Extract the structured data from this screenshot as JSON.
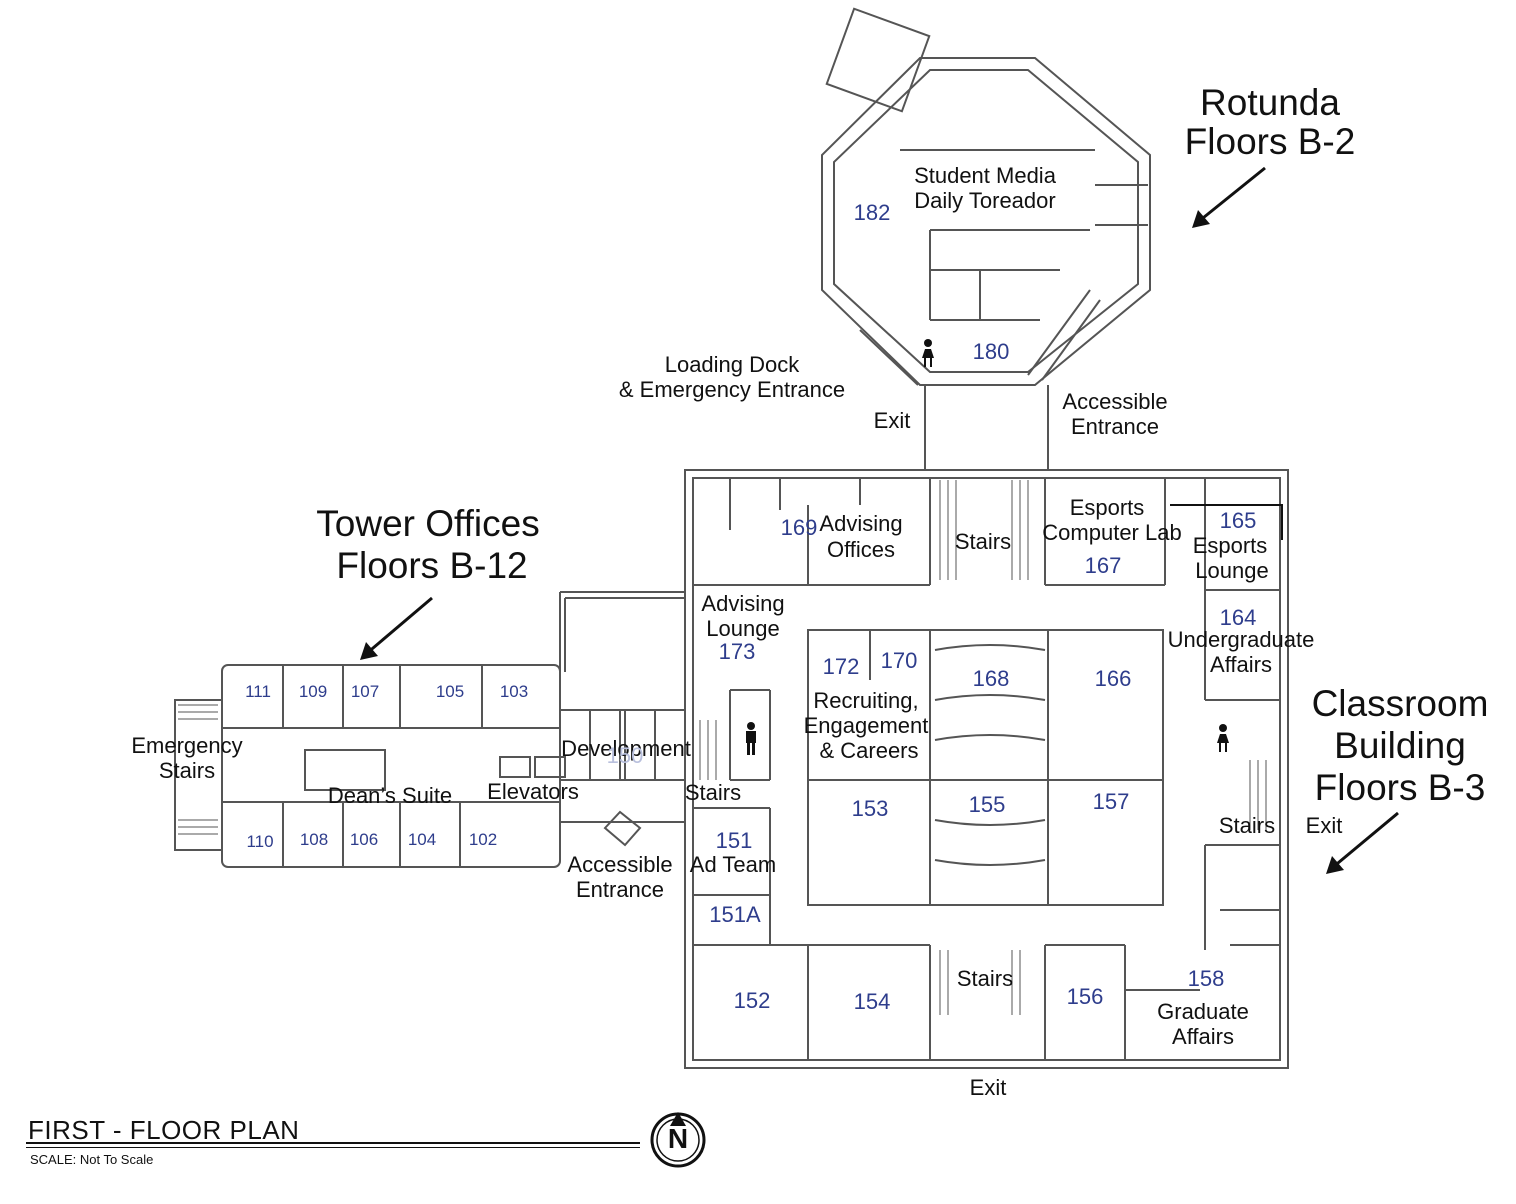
{
  "plan": {
    "title": "FIRST - FLOOR PLAN",
    "scale": "SCALE: Not To Scale",
    "north": "N"
  },
  "colors": {
    "room_number": "#2e3d8c",
    "walls": "#555555",
    "text": "#111111"
  },
  "buildings": {
    "rotunda": {
      "line1": "Rotunda",
      "line2": "Floors B-2"
    },
    "tower": {
      "line1": "Tower Offices",
      "line2": "Floors B-12"
    },
    "classroom": {
      "line1": "Classroom",
      "line2": "Building",
      "line3": "Floors B-3"
    }
  },
  "labels": {
    "student_media": "Student Media",
    "daily_toreador": "Daily Toreador",
    "loading_dock": "Loading Dock",
    "emergency_entrance": "& Emergency Entrance",
    "exit": "Exit",
    "accessible": "Accessible",
    "entrance": "Entrance",
    "stairs": "Stairs",
    "advising": "Advising",
    "offices": "Offices",
    "esports": "Esports",
    "computer_lab": "Computer Lab",
    "lounge": "Lounge",
    "undergraduate": "Undergraduate",
    "affairs": "Affairs",
    "recruiting": "Recruiting,",
    "engagement": "Engagement",
    "careers": "& Careers",
    "emergency": "Emergency",
    "development": "Development",
    "deans_suite": "Dean’s Suite",
    "elevators": "Elevators",
    "ad_team": "Ad Team",
    "graduate": "Graduate"
  },
  "rooms": {
    "r182": "182",
    "r180": "180",
    "r169": "169",
    "r165": "165",
    "r167": "167",
    "r164": "164",
    "r173": "173",
    "r172": "172",
    "r170": "170",
    "r168": "168",
    "r166": "166",
    "r153": "153",
    "r155": "155",
    "r157": "157",
    "r151": "151",
    "r151a": "151A",
    "r152": "152",
    "r154": "154",
    "r156": "156",
    "r158": "158",
    "r111": "111",
    "r109": "109",
    "r107": "107",
    "r105": "105",
    "r103": "103",
    "r110": "110",
    "r108": "108",
    "r106": "106",
    "r104": "104",
    "r102": "102",
    "r150": "150"
  }
}
